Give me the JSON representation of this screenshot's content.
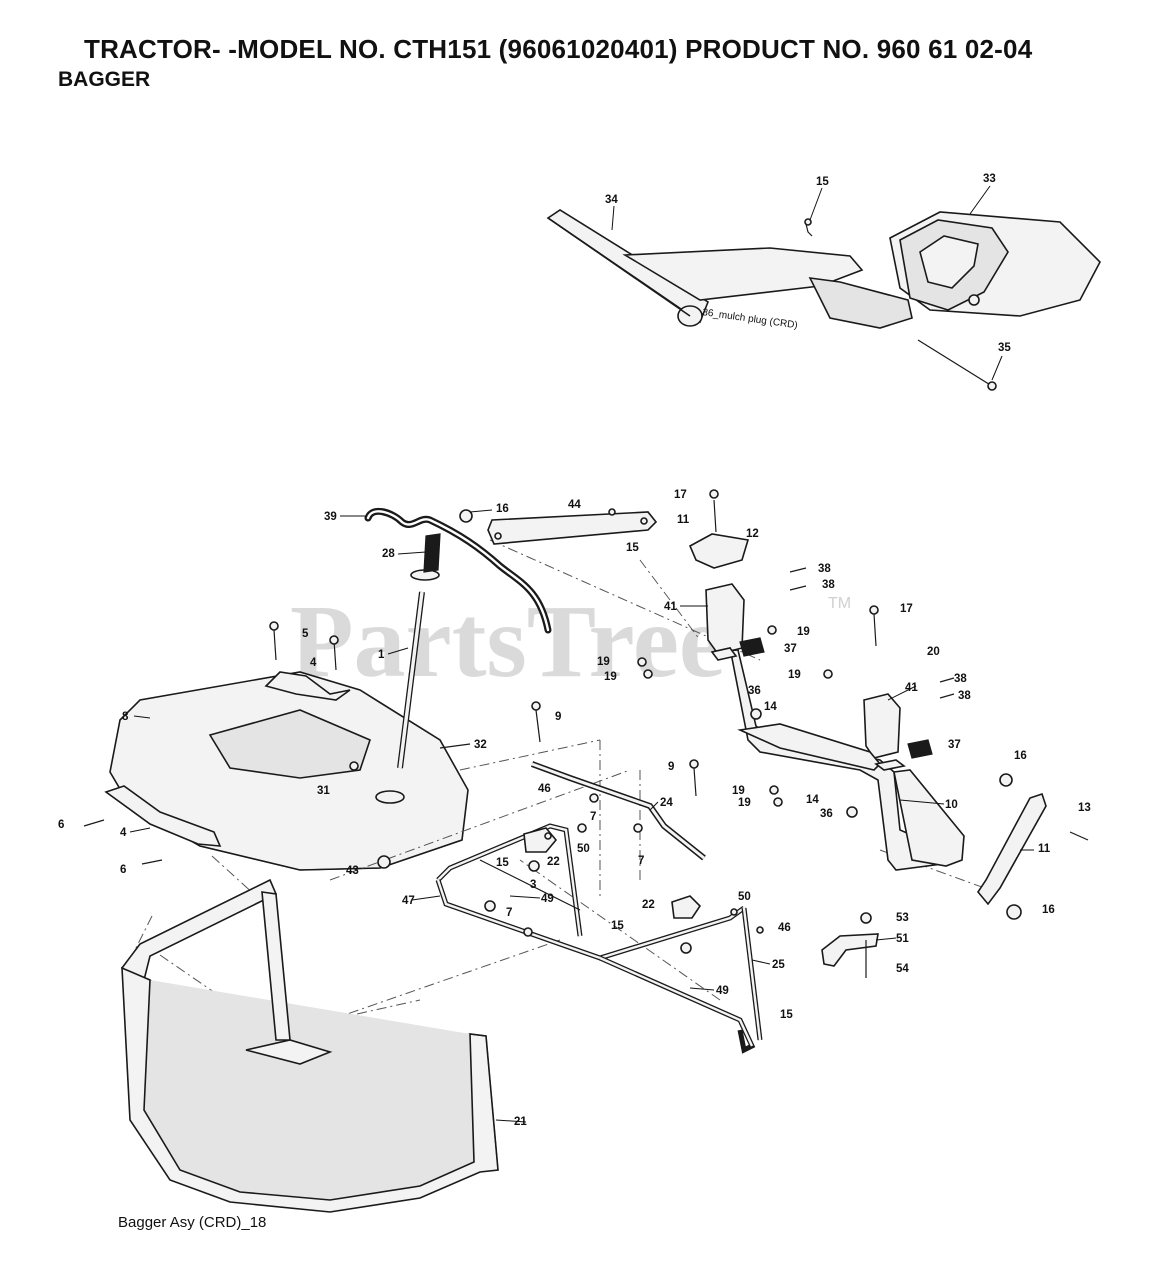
{
  "header": {
    "title": "TRACTOR- -MODEL NO. CTH151 (96061020401) PRODUCT NO. 960 61 02-04",
    "subtitle": "BAGGER"
  },
  "footer": {
    "caption": "Bagger Asy (CRD)_18"
  },
  "watermark": {
    "text": "PartsTree",
    "tm": "TM"
  },
  "notes": {
    "mulch_plug": "36_mulch plug (CRD)"
  },
  "callouts": [
    "34",
    "15",
    "33",
    "35",
    "39",
    "16",
    "44",
    "17",
    "11",
    "12",
    "15",
    "28",
    "38",
    "38",
    "41",
    "17",
    "5",
    "19",
    "37",
    "20",
    "19",
    "19",
    "19",
    "1",
    "4",
    "36",
    "41",
    "38",
    "38",
    "8",
    "9",
    "14",
    "32",
    "37",
    "16",
    "31",
    "9",
    "10",
    "46",
    "19",
    "19",
    "14",
    "13",
    "6",
    "7",
    "24",
    "36",
    "50",
    "22",
    "15",
    "4",
    "7",
    "11",
    "6",
    "43",
    "3",
    "47",
    "49",
    "7",
    "22",
    "50",
    "16",
    "15",
    "46",
    "53",
    "51",
    "25",
    "54",
    "49",
    "15",
    "21"
  ]
}
